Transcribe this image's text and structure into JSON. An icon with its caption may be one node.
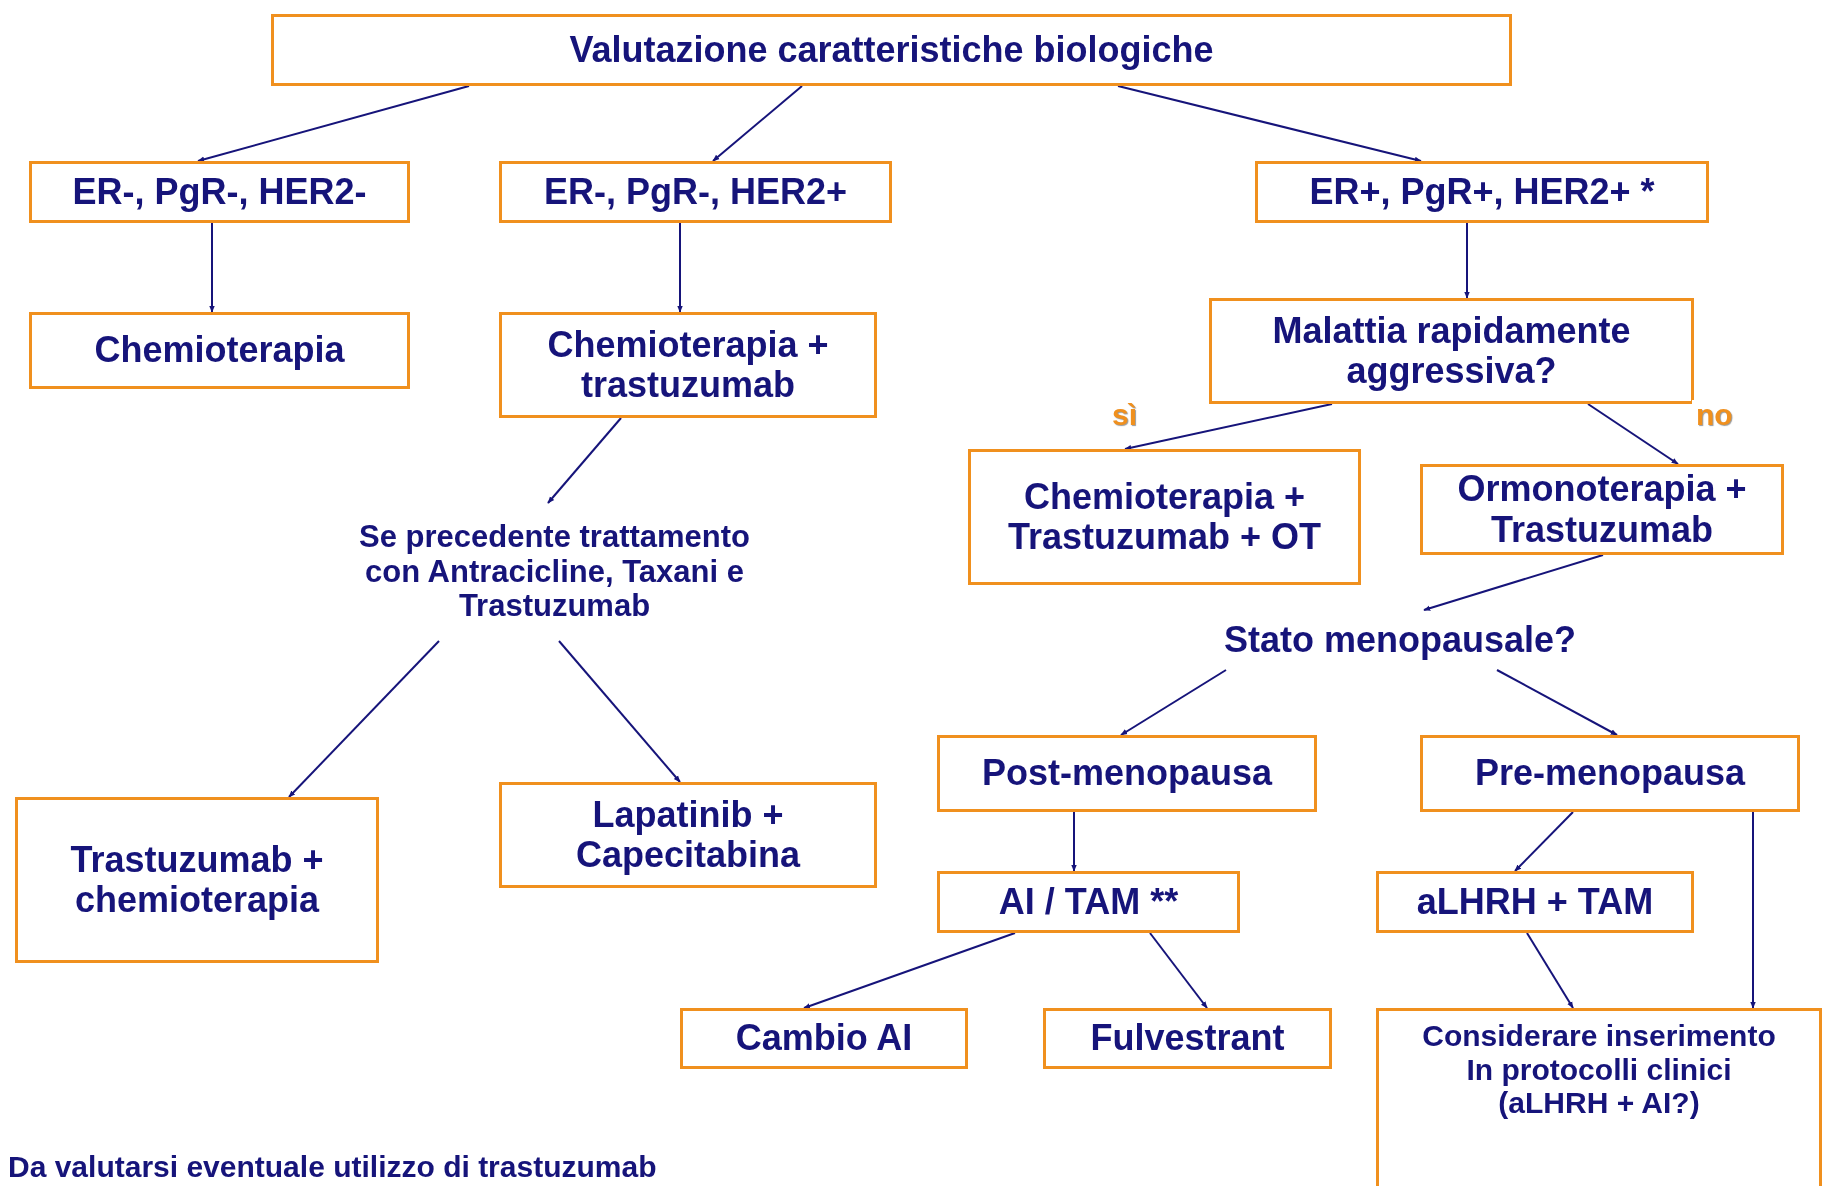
{
  "diagram": {
    "nodes": [
      {
        "text": [
          "Valutazione caratteristiche biologiche"
        ]
      },
      {
        "text": [
          "ER-, PgR-, HER2-"
        ]
      },
      {
        "text": [
          "ER-, PgR-, HER2+"
        ]
      },
      {
        "text": [
          "ER+, PgR+, HER2+ *"
        ]
      },
      {
        "text": [
          "Chemioterapia"
        ]
      },
      {
        "text": [
          "Chemioterapia + trastuzumab"
        ]
      },
      {
        "text": [
          "Se precedente trattamento con Antracicline, Taxani e Trastuzumab"
        ]
      },
      {
        "text": [
          "Trastuzumab + chemioterapia"
        ]
      },
      {
        "text": [
          "Lapatinib + Capecitabina"
        ]
      },
      {
        "text": [
          "Malattia rapidamente aggressiva?"
        ]
      },
      {
        "text": [
          "Chemioterapia + Trastuzumab + OT"
        ]
      },
      {
        "text": [
          "Ormonoterapia + Trastuzumab"
        ]
      },
      {
        "text": [
          "Stato menopausale?"
        ]
      },
      {
        "text": [
          "Post-menopausa"
        ]
      },
      {
        "text": [
          "Pre-menopausa"
        ]
      },
      {
        "text": [
          "AI / TAM **"
        ]
      },
      {
        "text": [
          "aLHRH + TAM"
        ]
      },
      {
        "text": [
          "Cambio AI"
        ]
      },
      {
        "text": [
          "Fulvestrant"
        ]
      },
      {
        "text": [
          "Considerare inserimento In protocolli clinici (aLHRH + AI?)"
        ]
      }
    ],
    "edges": [
      {
        "from": 0,
        "to": 1,
        "arrow": "to"
      },
      {
        "from": 0,
        "to": 2,
        "arrow": "to"
      },
      {
        "from": 0,
        "to": 3,
        "arrow": "to"
      },
      {
        "from": 1,
        "to": 4,
        "arrow": "to"
      },
      {
        "from": 2,
        "to": 5,
        "arrow": "to"
      },
      {
        "from": 3,
        "to": 9,
        "arrow": "to"
      },
      {
        "from": 5,
        "to": 6,
        "arrow": "to"
      },
      {
        "from": 6,
        "to": 7,
        "arrow": "to"
      },
      {
        "from": 6,
        "to": 8,
        "arrow": "to"
      },
      {
        "from": 9,
        "to": 10,
        "arrow": "to",
        "label": "sì"
      },
      {
        "from": 9,
        "to": 11,
        "arrow": "to",
        "label": "no"
      },
      {
        "from": 11,
        "to": 12,
        "arrow": "to"
      },
      {
        "from": 12,
        "to": 13,
        "arrow": "to"
      },
      {
        "from": 12,
        "to": 14,
        "arrow": "to"
      },
      {
        "from": 13,
        "to": 15,
        "arrow": "to"
      },
      {
        "from": 15,
        "to": 17,
        "arrow": "to"
      },
      {
        "from": 15,
        "to": 18,
        "arrow": "to"
      },
      {
        "from": 14,
        "to": 16,
        "arrow": "to"
      },
      {
        "from": 16,
        "to": 19,
        "arrow": "to"
      },
      {
        "from": 14,
        "to": 19,
        "arrow": "to"
      }
    ],
    "labels": [
      "Da valutarsi eventuale utilizzo di trastuzumab"
    ]
  }
}
